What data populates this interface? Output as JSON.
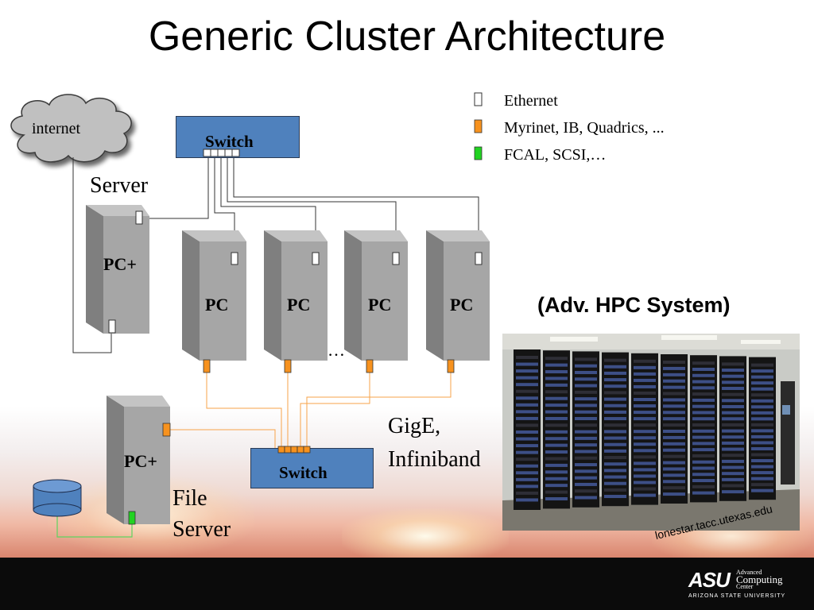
{
  "title": "Generic Cluster Architecture",
  "legend": [
    {
      "label": "Ethernet",
      "color": "#ffffff"
    },
    {
      "label": "Myrinet, IB, Quadrics, ...",
      "color": "#f7921e"
    },
    {
      "label": "FCAL, SCSI,…",
      "color": "#21d321"
    }
  ],
  "cloud_label": "internet",
  "server_label": "Server",
  "server_node_label": "PC+",
  "top_switch_label": "Switch",
  "compute_nodes": [
    "PC",
    "PC",
    "PC",
    "PC"
  ],
  "ellipsis": "…",
  "bottom_switch_label": "Switch",
  "interconnect_label": [
    "GigE,",
    "Infiniband"
  ],
  "file_server_node_label": "PC+",
  "file_server_label": [
    "File",
    "Server"
  ],
  "hpc_caption": "(Adv. HPC System)",
  "hpc_url": "lonestar.tacc.utexas.edu",
  "logo": {
    "asu": "ASU",
    "line1": "Advanced",
    "line2": "Computing",
    "line3": "Center",
    "university": "ARIZONA STATE UNIVERSITY"
  },
  "colors": {
    "switch_blue": "#4f81bd",
    "node_gray": "#a6a6a6",
    "myrinet_orange": "#f7921e",
    "fcal_green": "#21d321",
    "disk_blue": "#4f81bd"
  }
}
